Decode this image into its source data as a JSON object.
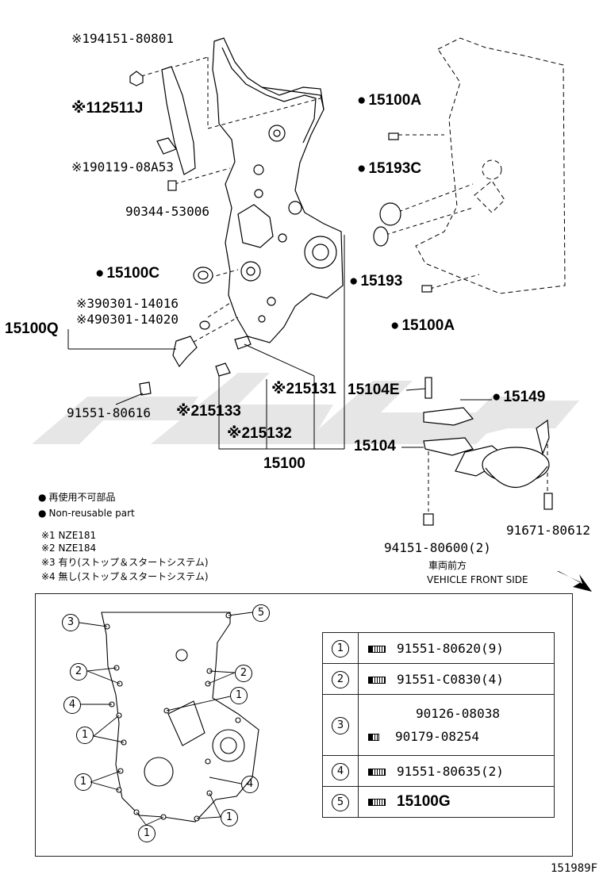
{
  "parts": {
    "p_94151_80801": "※194151-80801",
    "p_12511J": "※112511J",
    "p_90119": "※190119-08A53",
    "p_90344": "90344-53006",
    "p_15100C": "15100C",
    "p_90301_14016": "※390301-14016",
    "p_90301_14020": "※490301-14020",
    "p_15100Q": "15100Q",
    "p_91551_80616": "91551-80616",
    "p_15133": "※215133",
    "p_15132": "※215132",
    "p_15131": "※215131",
    "p_15100": "15100",
    "p_15100A_top": "15100A",
    "p_15193C": "15193C",
    "p_15193": "15193",
    "p_15100A_bot": "15100A",
    "p_15104E": "15104E",
    "p_15149": "15149",
    "p_15104": "15104",
    "p_91671": "91671-80612",
    "p_94151_80600": "94151-80600(2)"
  },
  "notes": {
    "jp_nonreuse": "再使用不可部品",
    "en_nonreuse": "Non-reusable part",
    "n1": "※1 NZE181",
    "n2": "※2 NZE184",
    "n3": "※3 有り(ストップ＆スタートシステム)",
    "n4": "※4 無し(ストップ＆スタートシステム)"
  },
  "front": {
    "jp": "車両前方",
    "en": "VEHICLE FRONT SIDE"
  },
  "figure_id": "151989F",
  "callouts": [
    "1",
    "2",
    "3",
    "4",
    "5"
  ],
  "table": [
    {
      "no": "1",
      "part": "91551-80620(9)"
    },
    {
      "no": "2",
      "part": "91551-C0830(4)"
    },
    {
      "no": "3",
      "part_a": "90126-08038",
      "part_b": "90179-08254"
    },
    {
      "no": "4",
      "part": "91551-80635(2)"
    },
    {
      "no": "5",
      "part": "15100G"
    }
  ]
}
